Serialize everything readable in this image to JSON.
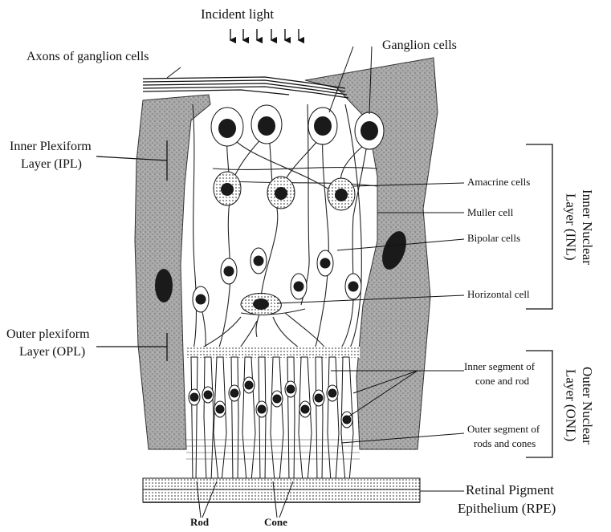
{
  "title": "Incident light",
  "labels": {
    "axons": "Axons of ganglion cells",
    "ganglion": "Ganglion cells",
    "ipl_line1": "Inner Plexiform",
    "ipl_line2": "Layer (IPL)",
    "opl_line1": "Outer plexiform",
    "opl_line2": "Layer (OPL)",
    "amacrine": "Amacrine cells",
    "muller": "Muller cell",
    "bipolar": "Bipolar cells",
    "horizontal": "Horizontal cell",
    "inner_segment_line1": "Inner segment of",
    "inner_segment_line2": "cone and rod",
    "outer_segment_line1": "Outer segment of",
    "outer_segment_line2": "rods and cones",
    "rpe_line1": "Retinal Pigment",
    "rpe_line2": "Epithelium (RPE)",
    "rod": "Rod",
    "cone": "Cone",
    "inl_line1": "Inner Nuclear",
    "inl_line2": "Layer (INL)",
    "onl_line1": "Outer Nuclear",
    "onl_line2": "Layer (ONL)"
  },
  "colors": {
    "stipple": "#9a9a9a",
    "ink": "#111111",
    "nucleus": "#1a1a1a"
  }
}
